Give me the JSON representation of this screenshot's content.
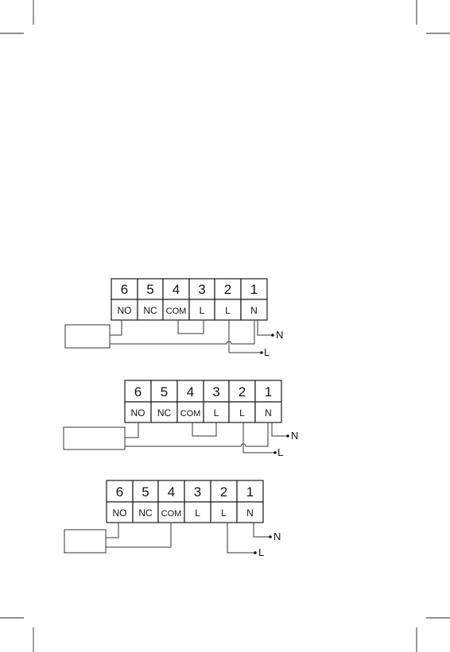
{
  "diagrams": [
    {
      "terminals": [
        {
          "number": "6",
          "label": "NO"
        },
        {
          "number": "5",
          "label": "NC"
        },
        {
          "number": "4",
          "label": "COM"
        },
        {
          "number": "3",
          "label": "L"
        },
        {
          "number": "2",
          "label": "L"
        },
        {
          "number": "1",
          "label": "N"
        }
      ],
      "supply": {
        "neutral": "N",
        "live": "L"
      }
    },
    {
      "terminals": [
        {
          "number": "6",
          "label": "NO"
        },
        {
          "number": "5",
          "label": "NC"
        },
        {
          "number": "4",
          "label": "COM"
        },
        {
          "number": "3",
          "label": "L"
        },
        {
          "number": "2",
          "label": "L"
        },
        {
          "number": "1",
          "label": "N"
        }
      ],
      "supply": {
        "neutral": "N",
        "live": "L"
      }
    },
    {
      "terminals": [
        {
          "number": "6",
          "label": "NO"
        },
        {
          "number": "5",
          "label": "NC"
        },
        {
          "number": "4",
          "label": "COM"
        },
        {
          "number": "3",
          "label": "L"
        },
        {
          "number": "2",
          "label": "L"
        },
        {
          "number": "1",
          "label": "N"
        }
      ],
      "supply": {
        "neutral": "N",
        "live": "L"
      }
    }
  ]
}
